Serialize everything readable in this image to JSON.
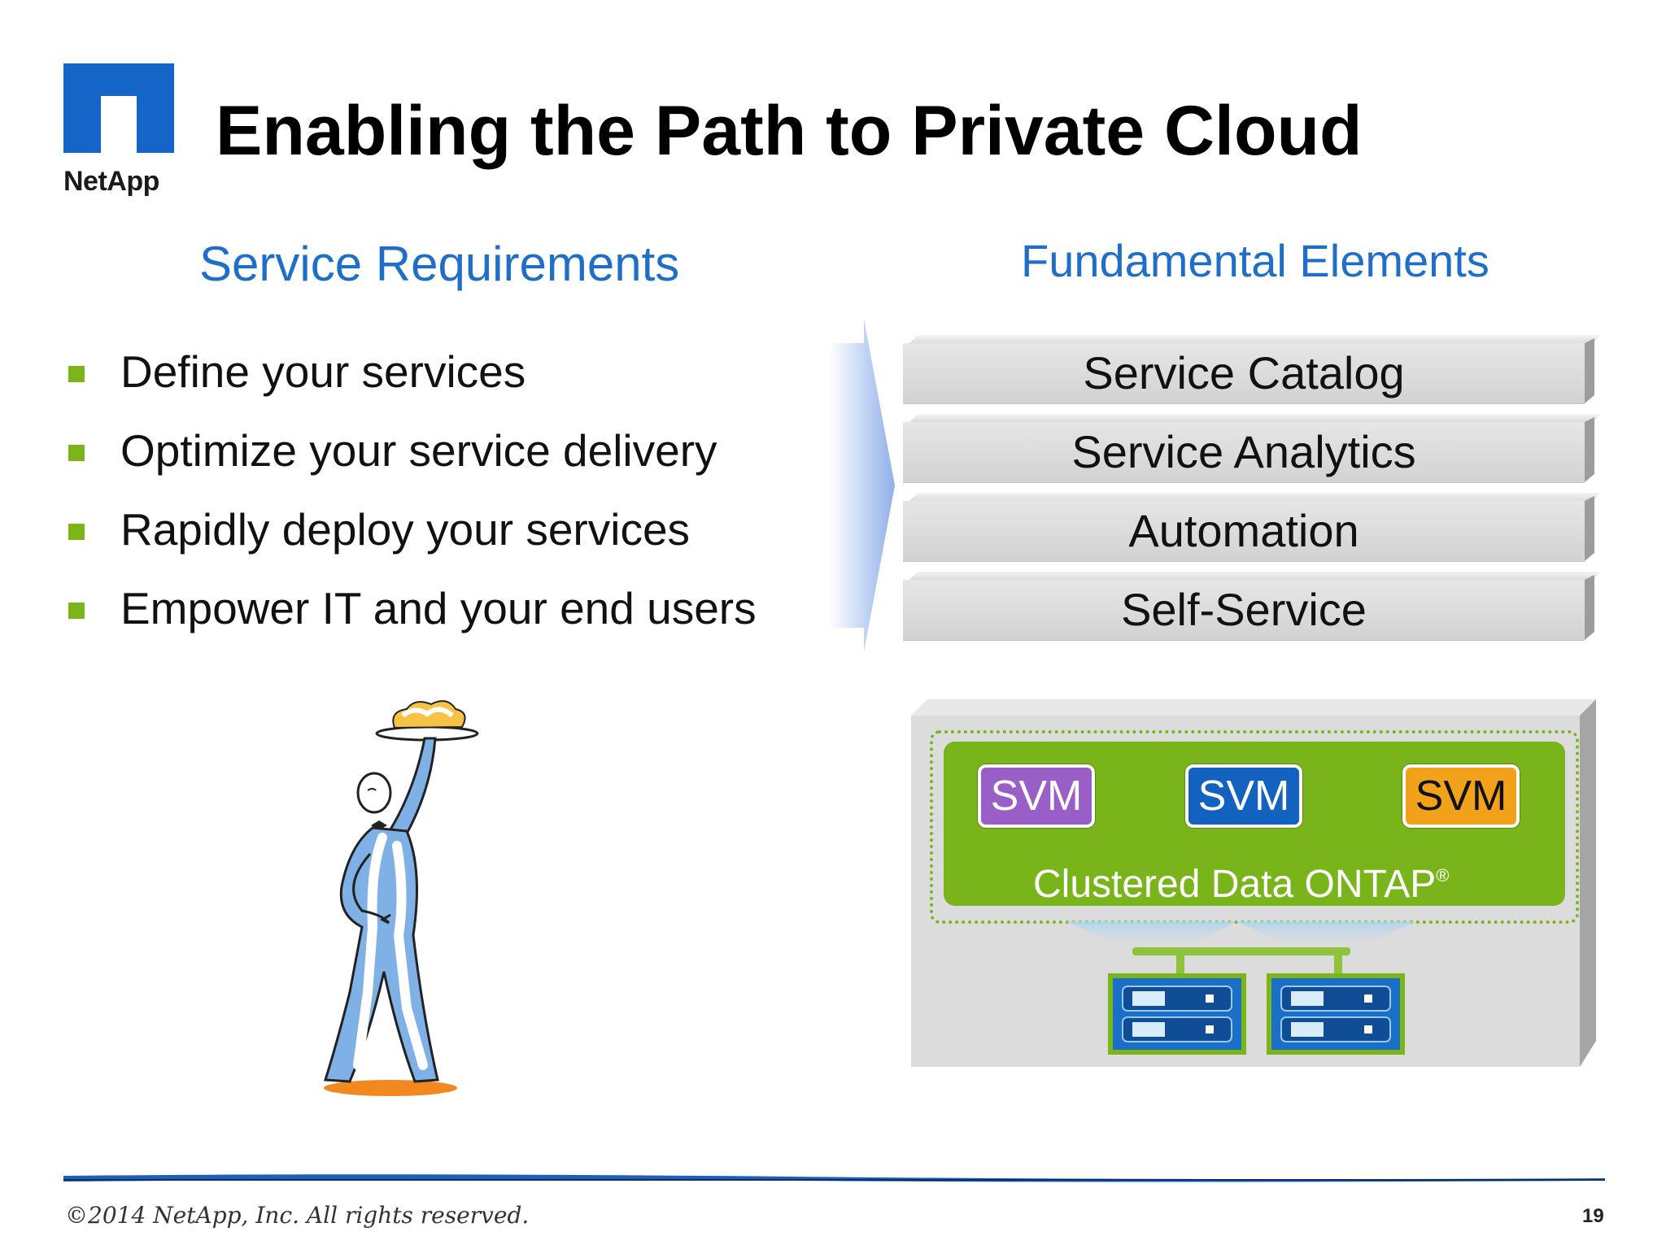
{
  "brand": {
    "name": "NetApp",
    "color": "#1565c8"
  },
  "slide": {
    "title": "Enabling the Path to Private Cloud",
    "page_number": "19"
  },
  "left": {
    "heading": "Service Requirements",
    "bullets": [
      "Define your services",
      "Optimize your service delivery",
      "Rapidly deploy your services",
      "Empower IT and your end users"
    ]
  },
  "right": {
    "heading": "Fundamental Elements",
    "layers": [
      "Service Catalog",
      "Service Analytics",
      "Automation",
      "Self-Service"
    ],
    "cluster": {
      "label": "Clustered Data ONTAP",
      "trademark": "®",
      "svms": [
        {
          "label": "SVM",
          "color": "#9a5fc7"
        },
        {
          "label": "SVM",
          "color": "#1462c0"
        },
        {
          "label": "SVM",
          "color": "#f2a21a"
        }
      ]
    }
  },
  "footer": {
    "copyright": "©2014 NetApp, Inc. All rights reserved."
  },
  "colors": {
    "heading_blue": "#1f6fc9",
    "bullet_green": "#7cb51a",
    "cluster_green": "#79b51a"
  }
}
